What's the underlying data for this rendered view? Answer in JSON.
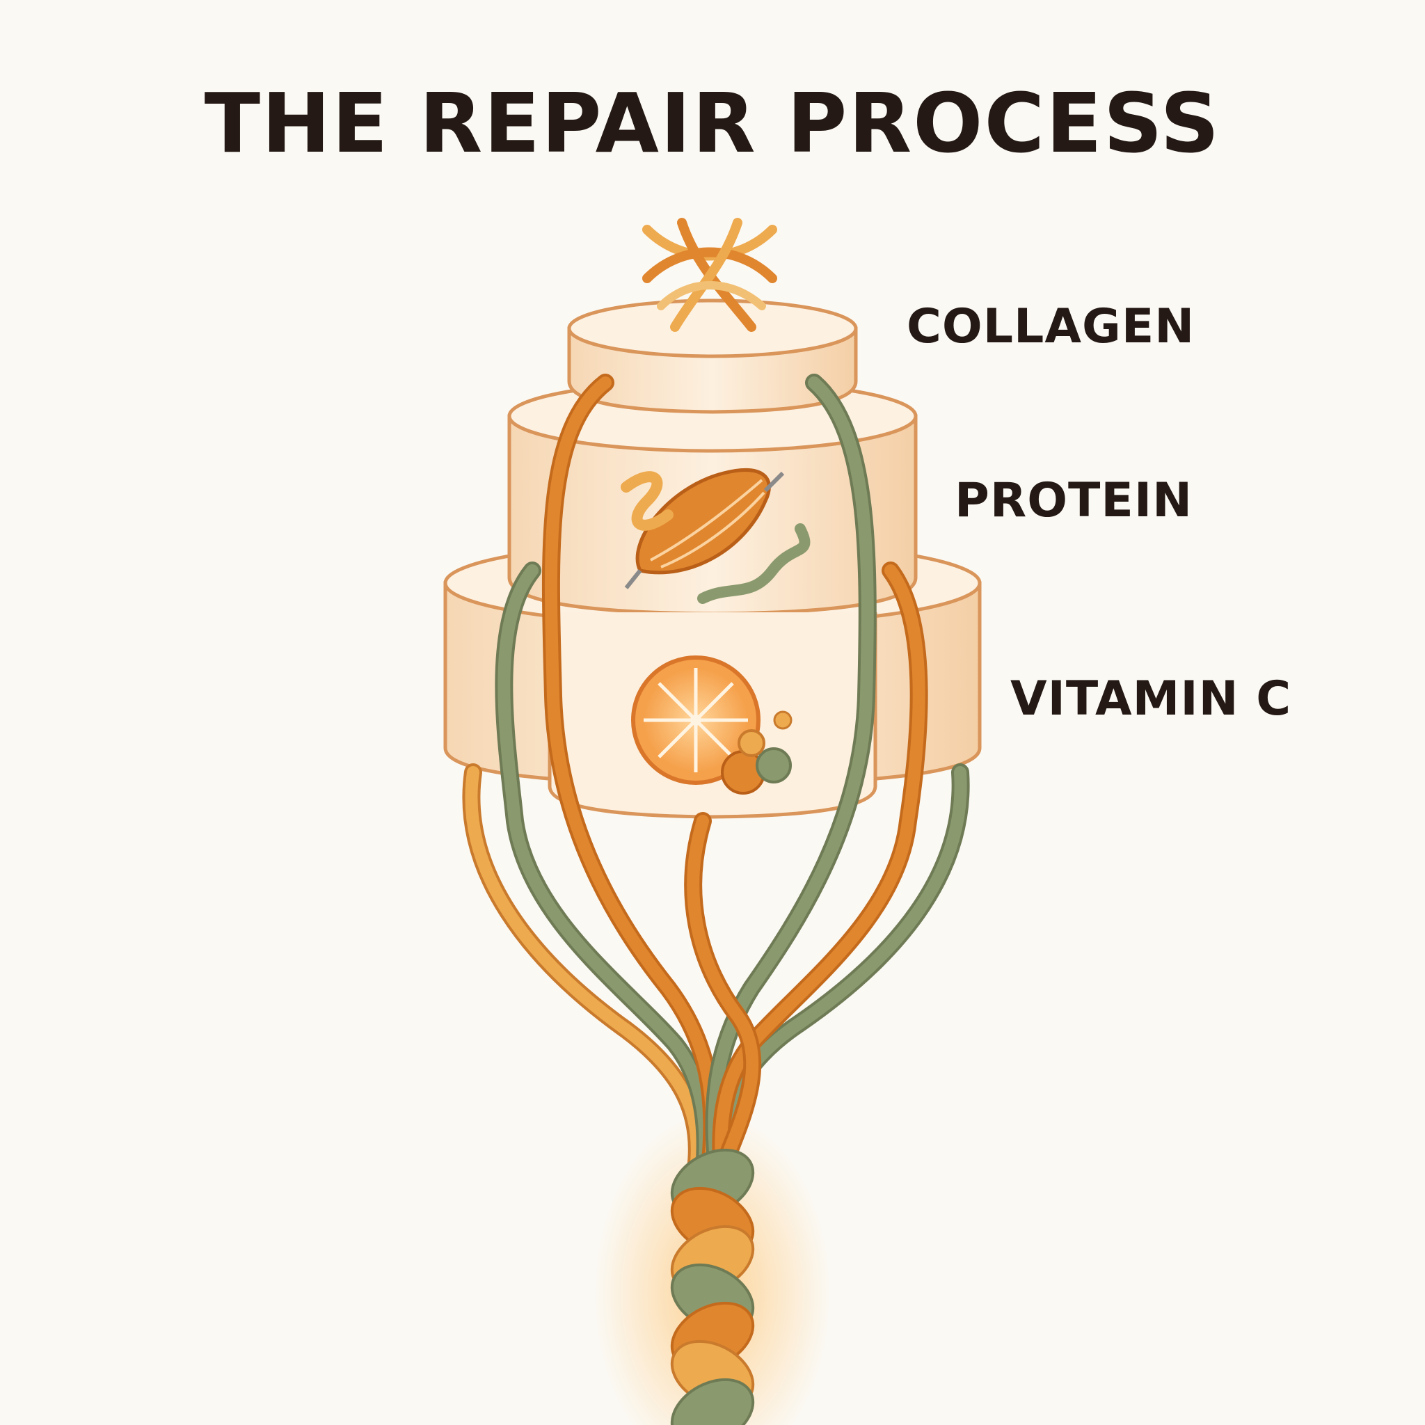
{
  "title": "THE REPAIR PROCESS",
  "tiers": [
    {
      "label": "COLLAGEN",
      "icon": "collagen-fiber-icon"
    },
    {
      "label": "PROTEIN",
      "icon": "muscle-fiber-icon"
    },
    {
      "label": "VITAMIN C",
      "icon": "orange-slice-icon"
    }
  ],
  "colors": {
    "background": "#fbf9f4",
    "tier_fill": "#fcebd6",
    "tier_stroke": "#d9955a",
    "strand_orange": "#e0862e",
    "strand_gold": "#eeaa4e",
    "strand_green": "#8b9a6e",
    "title": "#241914"
  }
}
